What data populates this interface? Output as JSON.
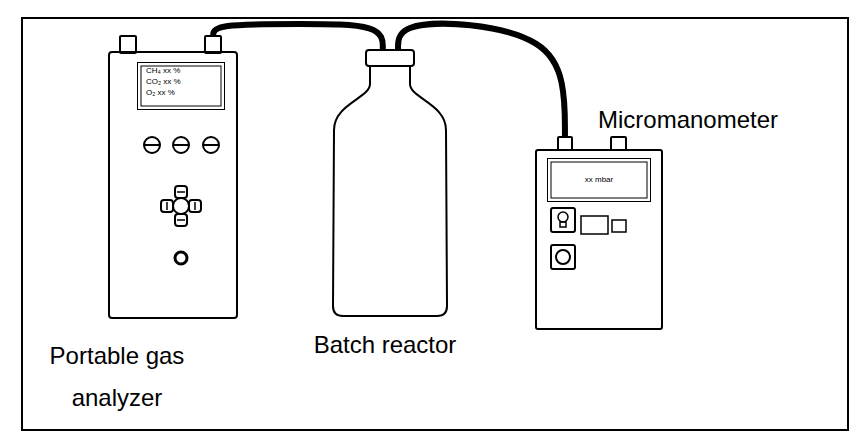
{
  "diagram": {
    "nodes": [
      {
        "text": [
          "Portable gas analyzer"
        ]
      },
      {
        "text": [
          "CH₄ xx %",
          "CO₂ xx %",
          "O₂ xx %"
        ],
        "in": 0
      },
      {
        "text": [
          "Batch reactor"
        ]
      },
      {
        "text": [
          "Micromanometer"
        ]
      },
      {
        "text": [
          "xx mbar"
        ],
        "in": 3
      }
    ],
    "edges": [
      {
        "from": 0,
        "to": 2,
        "arrow": "none"
      },
      {
        "from": 2,
        "to": 3,
        "arrow": "none"
      }
    ]
  }
}
